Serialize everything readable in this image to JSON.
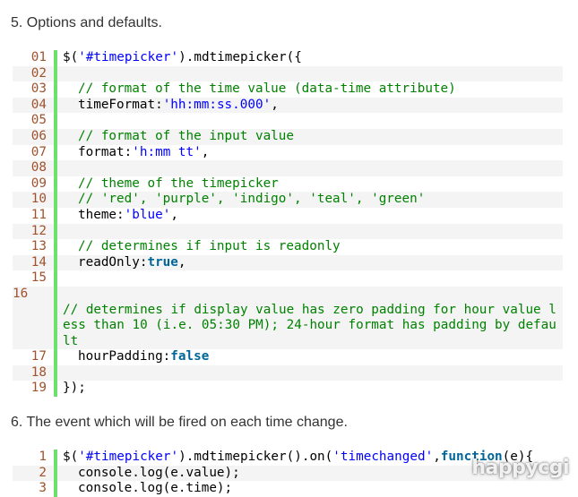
{
  "section5": {
    "heading": "5. Options and defaults.",
    "lines": [
      {
        "n": "01",
        "parts": [
          [
            "t",
            "$("
          ],
          [
            "s",
            "'#timepicker'"
          ],
          [
            "t",
            ").mdtimepicker({"
          ]
        ]
      },
      {
        "n": "02",
        "parts": []
      },
      {
        "n": "03",
        "parts": [
          [
            "i",
            ""
          ],
          [
            "c",
            "// format of the time value (data-time attribute)"
          ]
        ]
      },
      {
        "n": "04",
        "parts": [
          [
            "i",
            ""
          ],
          [
            "t",
            "timeFormat:"
          ],
          [
            "s",
            "'hh:mm:ss.000'"
          ],
          [
            "t",
            ","
          ]
        ]
      },
      {
        "n": "05",
        "parts": []
      },
      {
        "n": "06",
        "parts": [
          [
            "i",
            ""
          ],
          [
            "c",
            "// format of the input value"
          ]
        ]
      },
      {
        "n": "07",
        "parts": [
          [
            "i",
            ""
          ],
          [
            "t",
            "format:"
          ],
          [
            "s",
            "'h:mm tt'"
          ],
          [
            "t",
            ","
          ]
        ]
      },
      {
        "n": "08",
        "parts": []
      },
      {
        "n": "09",
        "parts": [
          [
            "i",
            ""
          ],
          [
            "c",
            "// theme of the timepicker"
          ]
        ]
      },
      {
        "n": "10",
        "parts": [
          [
            "i",
            ""
          ],
          [
            "c",
            "// 'red', 'purple', 'indigo', 'teal', 'green'"
          ]
        ]
      },
      {
        "n": "11",
        "parts": [
          [
            "i",
            ""
          ],
          [
            "t",
            "theme:"
          ],
          [
            "s",
            "'blue'"
          ],
          [
            "t",
            ","
          ]
        ]
      },
      {
        "n": "12",
        "parts": []
      },
      {
        "n": "13",
        "parts": [
          [
            "i",
            ""
          ],
          [
            "c",
            "// determines if input is readonly"
          ]
        ]
      },
      {
        "n": "14",
        "parts": [
          [
            "i",
            ""
          ],
          [
            "t",
            "readOnly:"
          ],
          [
            "k",
            "true"
          ],
          [
            "t",
            ","
          ]
        ]
      },
      {
        "n": "15",
        "parts": []
      },
      {
        "n": "16",
        "wrap": true,
        "parts": [
          [
            "c",
            "// determines if display value has zero padding for hour value less than 10 (i.e. 05:30 PM); 24-hour format has padding by default"
          ]
        ]
      },
      {
        "n": "17",
        "parts": [
          [
            "i",
            ""
          ],
          [
            "t",
            "hourPadding:"
          ],
          [
            "k",
            "false"
          ]
        ]
      },
      {
        "n": "18",
        "parts": []
      },
      {
        "n": "19",
        "parts": [
          [
            "t",
            "});"
          ]
        ]
      }
    ]
  },
  "section6": {
    "heading": "6. The event which will be fired on each time change.",
    "lines": [
      {
        "n": "1",
        "parts": [
          [
            "t",
            "$("
          ],
          [
            "s",
            "'#timepicker'"
          ],
          [
            "t",
            ").mdtimepicker().on("
          ],
          [
            "s",
            "'timechanged'"
          ],
          [
            "t",
            ","
          ],
          [
            "k",
            "function"
          ],
          [
            "t",
            "(e){"
          ]
        ]
      },
      {
        "n": "2",
        "parts": [
          [
            "i",
            ""
          ],
          [
            "t",
            "console.log(e.value);"
          ]
        ]
      },
      {
        "n": "3",
        "parts": [
          [
            "i",
            ""
          ],
          [
            "t",
            "console.log(e.time);"
          ]
        ]
      }
    ]
  },
  "watermark": "happycgi"
}
